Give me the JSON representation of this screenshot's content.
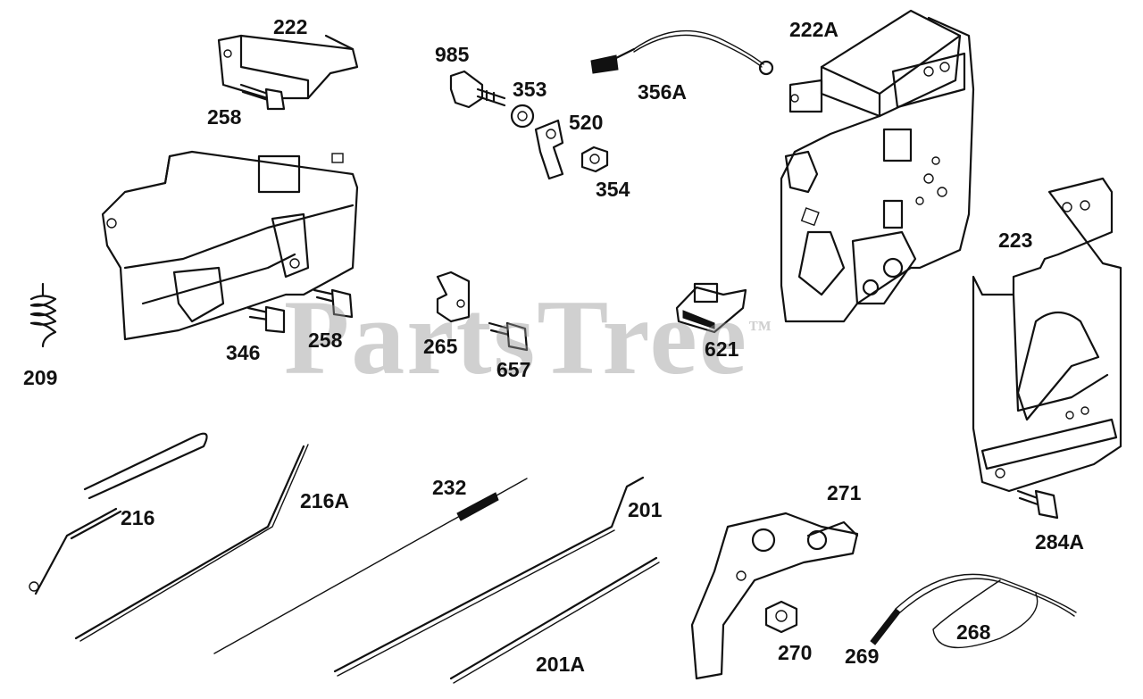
{
  "watermark": {
    "text": "PartsTree",
    "symbol": "™"
  },
  "callouts": {
    "p222": "222",
    "p985": "985",
    "p353": "353",
    "p356A": "356A",
    "p222A": "222A",
    "p258a": "258",
    "p520": "520",
    "p354": "354",
    "p223": "223",
    "p209": "209",
    "p346": "346",
    "p258b": "258",
    "p265": "265",
    "p657": "657",
    "p621": "621",
    "p216": "216",
    "p216A": "216A",
    "p232": "232",
    "p201": "201",
    "p271": "271",
    "p284A": "284A",
    "p201A": "201A",
    "p270": "270",
    "p269": "269",
    "p268": "268"
  }
}
